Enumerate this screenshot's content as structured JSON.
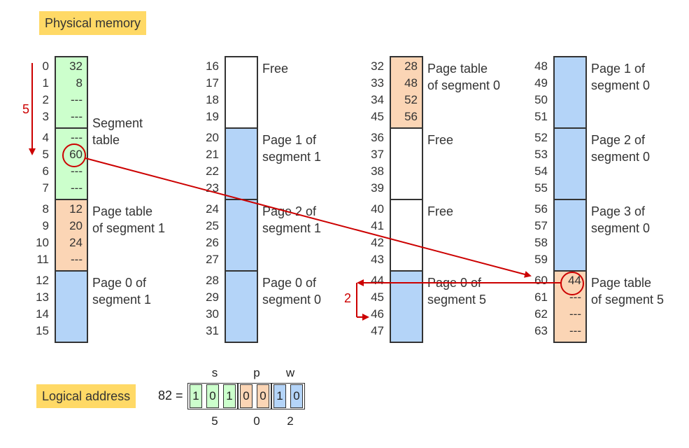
{
  "title": "Physical memory",
  "columns": [
    {
      "addresses": [
        "0",
        "1",
        "2",
        "3",
        "4",
        "5",
        "6",
        "7",
        "8",
        "9",
        "10",
        "11",
        "12",
        "13",
        "14",
        "15"
      ],
      "blocks": [
        {
          "color": "green",
          "values": [
            "32",
            "8",
            "---",
            "---"
          ],
          "label": ""
        },
        {
          "color": "green",
          "values": [
            "---",
            "60",
            "---",
            "---"
          ],
          "label": "Segment\ntable"
        },
        {
          "color": "orange",
          "values": [
            "12",
            "20",
            "24",
            "---"
          ],
          "label": "Page table\nof segment 1"
        },
        {
          "color": "blue",
          "values": [],
          "label": "Page 0 of\nsegment 1"
        }
      ]
    },
    {
      "addresses": [
        "16",
        "17",
        "18",
        "19",
        "20",
        "21",
        "22",
        "23",
        "24",
        "25",
        "26",
        "27",
        "28",
        "29",
        "30",
        "31"
      ],
      "blocks": [
        {
          "color": "white",
          "values": [],
          "label": "Free"
        },
        {
          "color": "blue",
          "values": [],
          "label": "Page 1 of\nsegment 1"
        },
        {
          "color": "blue",
          "values": [],
          "label": "Page 2 of\nsegment 1"
        },
        {
          "color": "blue",
          "values": [],
          "label": "Page 0 of\nsegment 0"
        }
      ]
    },
    {
      "addresses": [
        "32",
        "33",
        "34",
        "45",
        "36",
        "37",
        "38",
        "39",
        "40",
        "41",
        "42",
        "43",
        "44",
        "45",
        "46",
        "47"
      ],
      "blocks": [
        {
          "color": "orange",
          "values": [
            "28",
            "48",
            "52",
            "56"
          ],
          "label": "Page table\nof segment 0"
        },
        {
          "color": "white",
          "values": [],
          "label": "Free"
        },
        {
          "color": "white",
          "values": [],
          "label": "Free"
        },
        {
          "color": "blue",
          "values": [],
          "label": "Page 0 of\nsegment 5"
        }
      ]
    },
    {
      "addresses": [
        "48",
        "49",
        "50",
        "51",
        "52",
        "53",
        "54",
        "55",
        "56",
        "57",
        "58",
        "59",
        "60",
        "61",
        "62",
        "63"
      ],
      "blocks": [
        {
          "color": "blue",
          "values": [],
          "label": "Page 1 of\nsegment 0"
        },
        {
          "color": "blue",
          "values": [],
          "label": "Page 2 of\nsegment 0"
        },
        {
          "color": "blue",
          "values": [],
          "label": "Page 3 of\nsegment 0"
        },
        {
          "color": "orange",
          "values": [
            "44",
            "---",
            "---",
            "---"
          ],
          "label": "Page table\nof segment 5"
        }
      ]
    }
  ],
  "annotations": {
    "segment_offset": "5",
    "page_offset": "2"
  },
  "logical_address": {
    "label": "Logical address",
    "value_text": "82 =",
    "bits": [
      "1",
      "0",
      "1",
      "0",
      "0",
      "1",
      "0"
    ],
    "bit_colors": [
      "green",
      "green",
      "green",
      "orange",
      "orange",
      "blue",
      "blue"
    ],
    "field_names": [
      "s",
      "p",
      "w"
    ],
    "field_values": [
      "5",
      "0",
      "2"
    ]
  },
  "colors": {
    "green": "#ccffcc",
    "orange": "#fbd5b5",
    "blue": "#b4d4f8",
    "accent_red": "#cc0000",
    "badge": "#ffd966"
  }
}
